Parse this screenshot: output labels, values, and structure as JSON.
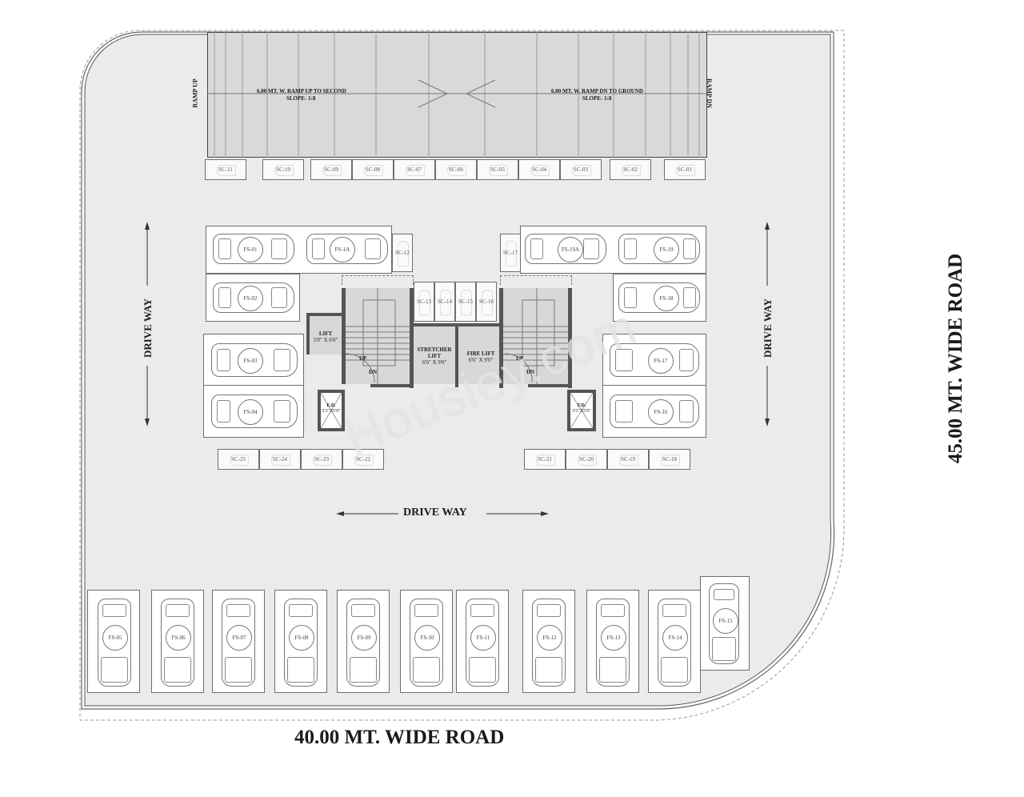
{
  "plan": {
    "roads": {
      "bottom": "40.00 MT. WIDE ROAD",
      "right": "45.00 MT. WIDE ROAD"
    },
    "ramp": {
      "left_label": "RAMP UP",
      "right_label": "RAMP DN",
      "up_text_line1": "6.00 MT. W. RAMP UP TO SECOND",
      "up_text_line2": "SLOPE- 1:8",
      "dn_text_line1": "6.00 MT. W. RAMP DN TO GROUND",
      "dn_text_line2": "SLOPE- 1:8"
    },
    "driveways": {
      "left": "DRIVE WAY",
      "right": "DRIVE WAY",
      "bottom": "DRIVE WAY"
    },
    "core": {
      "lift_label": "LIFT",
      "lift_size": "5'0\" X 6'0\"",
      "stretcher_lift_line1": "STRETCHER",
      "stretcher_lift_line2": "LIFT",
      "stretcher_lift_size": "6'6\" X 9'0\"",
      "fire_lift_label": "FIRE LIFT",
      "fire_lift_size": "6'6\" X 9'0\"",
      "stair_up": "UP",
      "stair_dn": "DN",
      "duct_left_label": "E.D.",
      "duct_left_size": "3'3\"X5'9\"",
      "duct_right_label": "F.D.",
      "duct_right_size": "3'3\"X5'9\""
    },
    "scooter_top_row": [
      "SC-11",
      "SC-10",
      "SC-09",
      "SC-08",
      "SC-07",
      "SC-06",
      "SC-05",
      "SC-04",
      "SC-03",
      "SC-02",
      "SC-01"
    ],
    "scooter_core_row": [
      "SC-13",
      "SC-14",
      "SC-15",
      "SC-16"
    ],
    "scooter_side": {
      "left": "SC-12",
      "right": "SC-17"
    },
    "scooter_bottom_left": [
      "SC-25",
      "SC-24",
      "SC-23",
      "SC-22"
    ],
    "scooter_bottom_right": [
      "SC-21",
      "SC-20",
      "SC-19",
      "SC-18"
    ],
    "cars_left": [
      "FS-01",
      "FS-1A",
      "FS-02",
      "FS-03",
      "FS-04"
    ],
    "cars_right": [
      "FS-19A",
      "FS-19",
      "FS-18",
      "FS-17",
      "FS-16"
    ],
    "cars_bottom": [
      "FS-05",
      "FS-06",
      "FS-07",
      "FS-08",
      "FS-09",
      "FS-10",
      "FS-11",
      "FS-12",
      "FS-13",
      "FS-14",
      "FS-15"
    ],
    "watermark": "Housiey.com",
    "colors": {
      "site_fill": "#ebebeb",
      "ramp_fill": "#d9d9d9",
      "wall": "#555555",
      "room_fill": "#d8d8d8",
      "text": "#1a1a1a"
    }
  }
}
